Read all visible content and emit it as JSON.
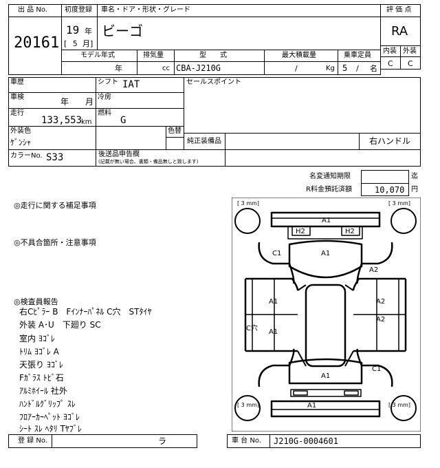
{
  "header": {
    "lot_label": "出 品 No.",
    "lot_no": "20161",
    "first_reg_label": "初度登録",
    "car_name_label": "車名・ドア・形状・グレード",
    "year_value": "19",
    "year_unit": "年",
    "month_open": "[",
    "month_value": "5",
    "month_unit": "月]",
    "car_name": "ビーゴ",
    "score_label": "評 価 点",
    "score": "RA",
    "interior_label": "内装",
    "exterior_label": "外装",
    "interior_score": "C",
    "exterior_score": "C"
  },
  "spec": {
    "model_year_label": "モデル年式",
    "displacement_label": "排気量",
    "type_label": "型　　式",
    "max_load_label": "最大積載量",
    "capacity_label": "乗車定員",
    "year_unit": "年",
    "cc_unit": "cc",
    "type_value": "CBA-J210G",
    "load_slash": "/",
    "load_unit": "Kg",
    "capacity_value": "5",
    "capacity_slash": "/",
    "capacity_unit": "名"
  },
  "details": {
    "history_label": "車歴",
    "shift_label": "シフト",
    "shift_value": "IAT",
    "selling_points_label": "セールスポイント",
    "inspection_label": "車検",
    "inspection_year_unit": "年",
    "inspection_month_unit": "月",
    "cooling_label": "冷房",
    "mileage_label": "走行",
    "mileage_value": "133,553",
    "mileage_unit": "km",
    "fuel_label": "燃料",
    "fuel_value": "G",
    "color_label": "外装色",
    "color_value": "ｹﾞﾝｼｬ",
    "color_change_label": "色替",
    "genuine_equip_label": "純正装備品",
    "handle_value": "右ハンドル",
    "color_no_label": "カラーNo.",
    "color_no_value": "S33",
    "post_declare_label": "後送品申告欄",
    "post_declare_note": "(記載が無い場合、書類・備品無しと致します)"
  },
  "deadline": {
    "name_change_label": "名変通知期限",
    "name_change_unit": "迄",
    "recycle_label": "R料金預託済額",
    "recycle_value": "10,070",
    "recycle_unit": "円"
  },
  "notes": {
    "driving_title": "◎走行に関する補足事項",
    "defects_title": "◎不具合箇所・注意事項",
    "inspector_title": "◎検査員報告",
    "lines": [
      "右Cﾋﾟﾗｰ B　Fｲﾝﾅｰﾊﾟﾈﾙ C穴　STﾀｲﾔ",
      "外装 A･U　下廻り SC",
      "室内 ﾖｺﾞﾚ",
      "ﾄﾘﾑ ﾖｺﾞﾚ A",
      "天張り ﾖｺﾞﾚ",
      "Fｶﾞﾗｽ ﾄﾋﾞ石",
      "ｱﾙﾐﾎｲｰﾙ 社外",
      "ﾊﾝﾄﾞﾙｸﾞﾘｯﾌﾟ ｽﾚ",
      "ﾌﾛｱｰｶｰﾍﾟｯﾄ ﾖｺﾞﾚ",
      "ｼｰﾄ ｽﾚ ﾍﾀﾘ Tﾔﾌﾞﾚ"
    ]
  },
  "diagram": {
    "tire_top_left": "3",
    "tire_top_right": "3",
    "tire_bottom_left": "3",
    "tire_bottom_right": "3",
    "tire_unit": "mm",
    "marks": {
      "a1_front_bumper": "A1",
      "h2_left": "H2",
      "h2_right": "H2",
      "c1_front_left": "C1",
      "a1_hood": "A1",
      "a2_right_front": "A2",
      "a1_left_door_front": "A1",
      "a2_right_door_front": "A2",
      "a2_right_door_rear": "A2",
      "c_hole": "C穴",
      "a1_left_door_rear": "A1",
      "c1_rear_right": "C1",
      "a1_rear": "A1",
      "a1_rear_bumper": "A1"
    }
  },
  "footer": {
    "reg_label": "登 録 No.",
    "reg_value": "ラ",
    "chassis_label": "車 台 No.",
    "chassis_value": "J210G-0004601"
  }
}
